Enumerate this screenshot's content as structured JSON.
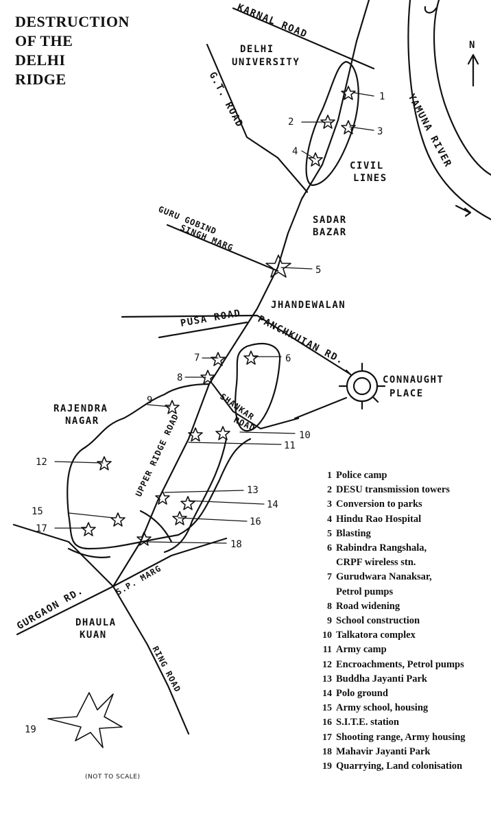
{
  "title": {
    "line1": "DESTRUCTION",
    "line2": "OF THE",
    "line3": "DELHI",
    "line4": "RIDGE"
  },
  "map_labels": {
    "karnal_road": "KARNAL ROAD",
    "delhi_university_1": "DELHI",
    "delhi_university_2": "UNIVERSITY",
    "gt_road": "G.T. ROAD",
    "civil_lines_1": "CIVIL",
    "civil_lines_2": "LINES",
    "yamuna_river": "YAMUNA RIVER",
    "north": "N",
    "sadar_bazar_1": "SADAR",
    "sadar_bazar_2": "BAZAR",
    "guru_gobind_1": "GURU GOBIND",
    "guru_gobind_2": "SINGH MARG",
    "jhandewalan": "JHANDEWALAN",
    "pusa_road": "PUSA ROAD",
    "panchkuian": "PANCHKUIAN RD.",
    "connaught_1": "CONNAUGHT",
    "connaught_2": "PLACE",
    "rajendra_1": "RAJENDRA",
    "rajendra_2": "NAGAR",
    "upper_ridge": "UPPER RIDGE ROAD",
    "shankar_1": "SHANKAR",
    "shankar_2": "ROAD",
    "gurgaon": "GURGAON RD.",
    "sp_marg": "S.P. MARG",
    "dhaula_1": "DHAULA",
    "dhaula_2": "KUAN",
    "ring_road": "RING ROAD"
  },
  "site_numbers": [
    "1",
    "2",
    "3",
    "4",
    "5",
    "6",
    "7",
    "8",
    "9",
    "10",
    "11",
    "12",
    "13",
    "14",
    "15",
    "16",
    "17",
    "18",
    "19"
  ],
  "legend": [
    {
      "num": "1",
      "text": "Police camp"
    },
    {
      "num": "2",
      "text": "DESU transmission towers"
    },
    {
      "num": "3",
      "text": "Conversion to parks"
    },
    {
      "num": "4",
      "text": "Hindu Rao Hospital"
    },
    {
      "num": "5",
      "text": "Blasting"
    },
    {
      "num": "6",
      "text": "Rabindra Rangshala,",
      "cont": "CRPF wireless stn."
    },
    {
      "num": "7",
      "text": "Gurudwara Nanaksar,",
      "cont": "Petrol pumps"
    },
    {
      "num": "8",
      "text": "Road widening"
    },
    {
      "num": "9",
      "text": "School construction"
    },
    {
      "num": "10",
      "text": "Talkatora complex"
    },
    {
      "num": "11",
      "text": "Army camp"
    },
    {
      "num": "12",
      "text": "Encroachments, Petrol pumps"
    },
    {
      "num": "13",
      "text": "Buddha Jayanti Park"
    },
    {
      "num": "14",
      "text": "Polo ground"
    },
    {
      "num": "15",
      "text": "Army school, housing"
    },
    {
      "num": "16",
      "text": "S.I.T.E. station"
    },
    {
      "num": "17",
      "text": "Shooting range, Army housing"
    },
    {
      "num": "18",
      "text": "Mahavir Jayanti Park"
    },
    {
      "num": "19",
      "text": "Quarrying, Land colonisation"
    }
  ],
  "note": "(NOT TO SCALE)"
}
